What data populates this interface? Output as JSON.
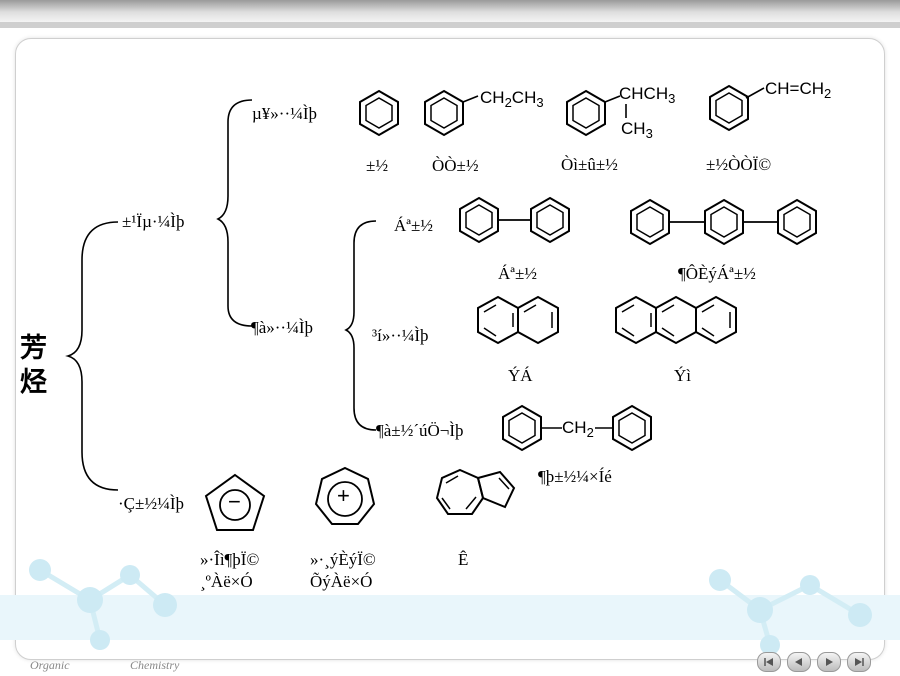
{
  "root_label": "芳烃",
  "branch_labels": {
    "monocyclic": "±¹Ïµ·¼Ìþ",
    "single_ring": "µ¥»··¼Ìþ",
    "polycyclic": "¶à»··¼Ìþ",
    "non_benzenoid": "·Ç±½¼Ìþ"
  },
  "sub_labels": {
    "biphenyl_class": "Áª±½",
    "fused": "³í»··¼Ìþ",
    "polyphenyl_alkane": "¶à±½´úÖ¬Ìþ"
  },
  "formulas": {
    "ethyl": "CH",
    "ethyl_tail": "CH",
    "ethyl_sub": "2",
    "ethyl_sub2": "3",
    "isopropyl_top": "CHCH",
    "isopropyl_top_sub": "3",
    "isopropyl_bottom": "CH",
    "isopropyl_bottom_sub": "3",
    "vinyl": "CH=CH",
    "vinyl_sub": "2",
    "methylene": "CH",
    "methylene_sub": "2"
  },
  "compound_names": {
    "benzene": "±½",
    "ethylbenzene": "ÒÒ±½",
    "cumene": "Òì±û±½",
    "styrene": "±½ÒÒÏ©",
    "biphenyl": "Áª±½",
    "terphenyl": "¶ÔÈýÁª±½",
    "naphthalene": "ÝÁ",
    "anthracene": "Ýì",
    "diphenylmethane": "¶þ±½¼×Íé",
    "cyclopentadienyl_line1": "»·Îì¶þÏ©",
    "cyclopentadienyl_line2": "¸ºÀë×Ó",
    "tropylium_line1": "»·¸ýÈýÏ©",
    "tropylium_line2": "ÕýÀë×Ó",
    "azulene": "Ê"
  },
  "charges": {
    "minus": "−",
    "plus": "+"
  },
  "footer": {
    "left": "Organic",
    "right": "Chemistry"
  },
  "colors": {
    "line": "#000000",
    "panel_border": "#cfcfcf",
    "deco": "#cdeaf4"
  }
}
